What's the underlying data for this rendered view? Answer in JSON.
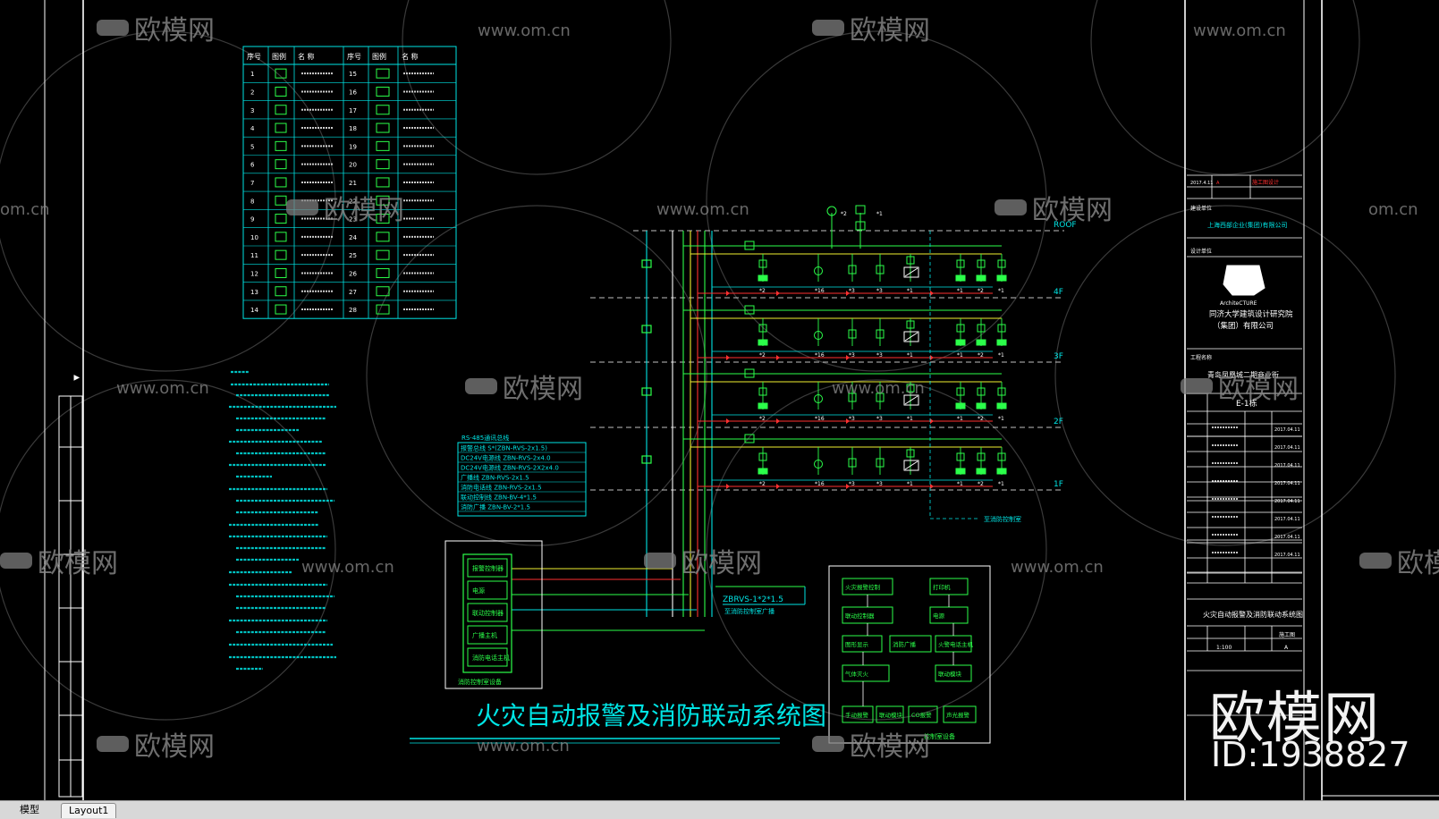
{
  "colors": {
    "background": "#000000",
    "frame": "#ffffff",
    "cyan": "#00e5e5",
    "green": "#2bff4a",
    "yellow": "#f0f030",
    "red": "#ff3030",
    "watermark": "#9a9a9a"
  },
  "drawing": {
    "title": "火灾自动报警及消防联动系统图"
  },
  "legend_table": {
    "headers": [
      "序号",
      "图例",
      "名 称",
      "序号",
      "图例",
      "名 称"
    ],
    "left_numbers": [
      "1",
      "2",
      "3",
      "4",
      "5",
      "6",
      "7",
      "8",
      "9",
      "10",
      "11",
      "12",
      "13",
      "14"
    ],
    "right_numbers": [
      "15",
      "16",
      "17",
      "18",
      "19",
      "20",
      "21",
      "22",
      "23",
      "24",
      "25",
      "26",
      "27",
      "28"
    ]
  },
  "floors": {
    "labels": [
      "ROOF",
      "4F",
      "3F",
      "2F",
      "1F"
    ],
    "symbol_counts": [
      "*2",
      "*16",
      "*3",
      "*3",
      "*1",
      "*1",
      "*2",
      "*1"
    ]
  },
  "cable_legend": {
    "header": "RS-485通讯总线",
    "rows": [
      "报警总线 S*(ZBN-RVS-2x1.5)",
      "DC24V电源线 ZBN-RVS-2x4.0",
      "DC24V电源线 ZBN-RVS-2X2x4.0",
      "广播线 ZBN-RVS-2x1.5",
      "消防电话线 ZBN-RVS-2x1.5",
      "联动控制线 ZBN-BV-4*1.5",
      "消防广播 ZBN-BV-2*1.5"
    ]
  },
  "main_cable": {
    "label": "ZBRVS-1*2*1.5",
    "sub": "至消防控制室广播"
  },
  "control_room": {
    "modules": [
      "报警控制器",
      "电源",
      "联动控制器",
      "广播主机",
      "消防电话主机"
    ],
    "footer": "消防控制室设备"
  },
  "bottom_right_panel": {
    "boxes": [
      "火灾报警控制",
      "打印机",
      "联动控制器",
      "图形显示",
      "电源",
      "消防广播",
      "火警电话主机",
      "气体灭火",
      "联动模块",
      "手动报警",
      "CO报警",
      "声光报警"
    ],
    "footer": "控制室设备"
  },
  "to_text": "至消防控制室",
  "title_block": {
    "date_row": [
      "2017.4.11",
      "A",
      "施工图设计"
    ],
    "client_label": "建设单位",
    "client": "上海西部企业(集团)有限公司",
    "designer_label": "设计单位",
    "designer_en": "ArchiteCTURE",
    "designer_name_1": "同济大学建筑设计研究院",
    "designer_name_2": "（集团）有限公司",
    "project_label": "工程名称",
    "project": "青岛凤凰城二期商业街",
    "subitem": "E-1栋",
    "drawing_title": "火灾自动报警及消防联动系统图",
    "scale": "1:100",
    "stage": "施工图",
    "sheet": "A",
    "staff_dates": [
      "2017.04.11",
      "2017.04.11",
      "2017.04.11",
      "2017.04.11",
      "2017.04.11",
      "2017.04.11",
      "2017.04.11",
      "2017.04.11"
    ]
  },
  "watermarks": {
    "brand": "欧模网",
    "site": "www.om.cn",
    "site_short": "om.cn",
    "big_brand": "欧模网",
    "id": "ID:1938827"
  },
  "tabs": {
    "model": "模型",
    "layout": "Layout1"
  }
}
